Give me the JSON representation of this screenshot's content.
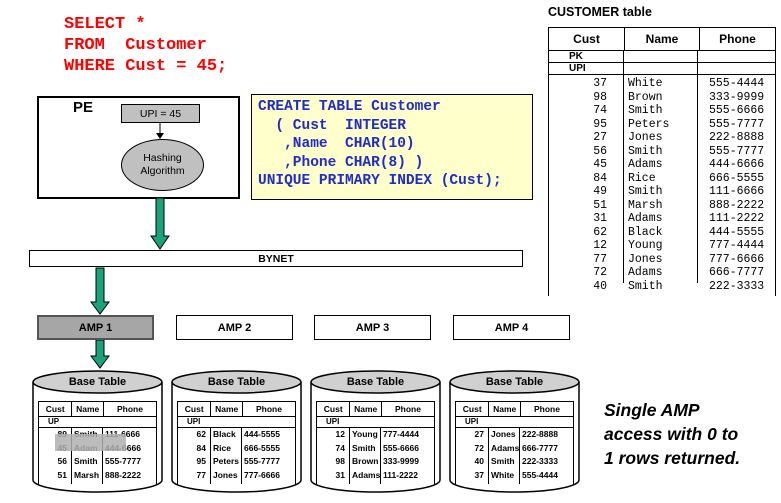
{
  "sql": {
    "lines": [
      "SELECT *",
      "FROM  Customer",
      "WHERE Cust = 45;"
    ]
  },
  "customer_table": {
    "title": "CUSTOMER table",
    "headers": [
      "Cust",
      "Name",
      "Phone"
    ],
    "pk_label": "PK",
    "upi_label": "UPI",
    "rows": [
      [
        "37",
        "White",
        "555-4444"
      ],
      [
        "98",
        "Brown",
        "333-9999"
      ],
      [
        "74",
        "Smith",
        "555-6666"
      ],
      [
        "95",
        "Peters",
        "555-7777"
      ],
      [
        "27",
        "Jones",
        "222-8888"
      ],
      [
        "56",
        "Smith",
        "555-7777"
      ],
      [
        "45",
        "Adams",
        "444-6666"
      ],
      [
        "84",
        "Rice",
        "666-5555"
      ],
      [
        "49",
        "Smith",
        "111-6666"
      ],
      [
        "51",
        "Marsh",
        "888-2222"
      ],
      [
        "31",
        "Adams",
        "111-2222"
      ],
      [
        "62",
        "Black",
        "444-5555"
      ],
      [
        "12",
        "Young",
        "777-4444"
      ],
      [
        "77",
        "Jones",
        "777-6666"
      ],
      [
        "72",
        "Adams",
        "666-7777"
      ],
      [
        "40",
        "Smith",
        "222-3333"
      ]
    ]
  },
  "pe": {
    "label": "PE",
    "upi_box": "UPI = 45",
    "hashing": [
      "Hashing",
      "Algorithm"
    ]
  },
  "ddl": {
    "lines": [
      "CREATE TABLE Customer",
      "  ( Cust  INTEGER",
      "   ,Name  CHAR(10)",
      "   ,Phone CHAR(8) )",
      "UNIQUE PRIMARY INDEX (Cust);"
    ]
  },
  "bynet": {
    "label": "BYNET"
  },
  "amps": [
    {
      "label": "AMP 1",
      "active": true
    },
    {
      "label": "AMP 2",
      "active": false
    },
    {
      "label": "AMP 3",
      "active": false
    },
    {
      "label": "AMP 4",
      "active": false
    }
  ],
  "base_tables": [
    {
      "title": "Base Table",
      "headers": [
        "Cust",
        "Name",
        "Phone"
      ],
      "index_label": "UP",
      "rows": [
        [
          "89",
          "Smith",
          "111-6666"
        ],
        [
          "45",
          "Adam",
          "444-6666"
        ],
        [
          "56",
          "Smith",
          "555-7777"
        ],
        [
          "51",
          "Marsh",
          "888-2222"
        ]
      ]
    },
    {
      "title": "Base Table",
      "headers": [
        "Cust",
        "Name",
        "Phone"
      ],
      "index_label": "UPI",
      "rows": [
        [
          "62",
          "Black",
          "444-5555"
        ],
        [
          "84",
          "Rice",
          "666-5555"
        ],
        [
          "95",
          "Peters",
          "555-7777"
        ],
        [
          "77",
          "Jones",
          "777-6666"
        ]
      ]
    },
    {
      "title": "Base Table",
      "headers": [
        "Cust",
        "Name",
        "Phone"
      ],
      "index_label": "UPI",
      "rows": [
        [
          "12",
          "Young",
          "777-4444"
        ],
        [
          "74",
          "Smith",
          "555-6666"
        ],
        [
          "98",
          "Brown",
          "333-9999"
        ],
        [
          "31",
          "Adams",
          "111-2222"
        ]
      ]
    },
    {
      "title": "Base Table",
      "headers": [
        "Cust",
        "Name",
        "Phone"
      ],
      "index_label": "UPI",
      "rows": [
        [
          "27",
          "Jones",
          "222-8888"
        ],
        [
          "72",
          "Adams",
          "666-7777"
        ],
        [
          "40",
          "Smith",
          "222-3333"
        ],
        [
          "37",
          "White",
          "555-4444"
        ]
      ]
    }
  ],
  "note": {
    "lines": [
      "Single AMP",
      "access with 0 to",
      "1 rows returned."
    ]
  },
  "colors": {
    "sql_red": "#ff0000",
    "ddl_blue": "#1f2ccc",
    "ddl_bg": "#ffffcc",
    "arrow_teal": "#1aa37a",
    "highlight_gray": "#a6a6a6"
  }
}
